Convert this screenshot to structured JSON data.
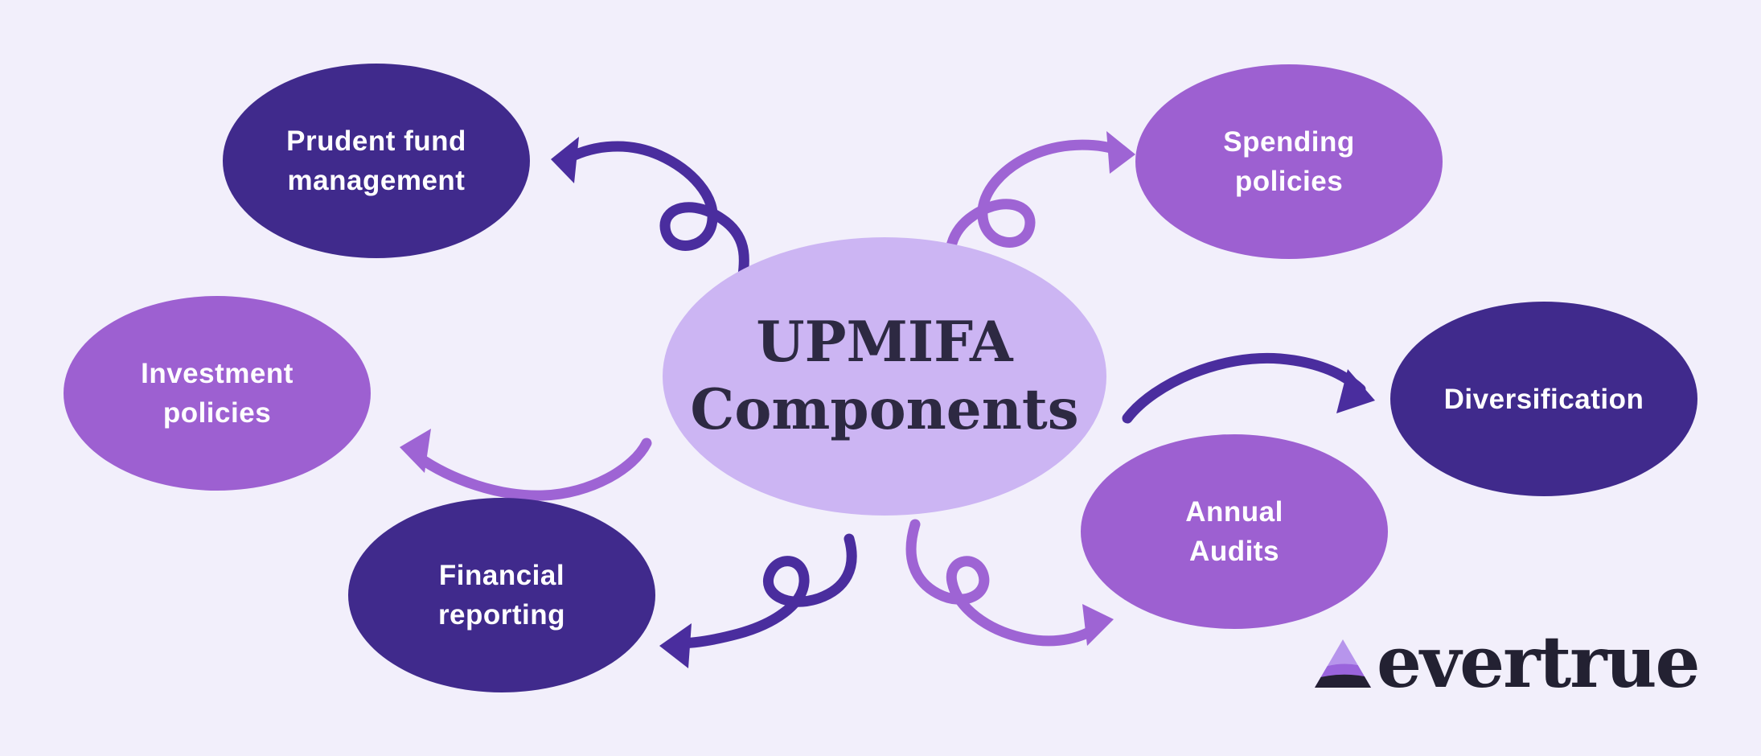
{
  "palette": {
    "background": "#f2effb",
    "node_dark": "#402a8c",
    "node_medium": "#9d60d1",
    "node_center": "#ccb5f3",
    "center_text": "#2d2942",
    "node_text": "#ffffff",
    "arrow_dark": "#4a2d9e",
    "arrow_medium": "#9e64d4",
    "logo_text": "#232132",
    "logo_triangle_top": "#b795ec",
    "logo_triangle_mid": "#9a64dc",
    "logo_triangle_base": "#242033"
  },
  "center": {
    "label": "UPMIFA\nComponents"
  },
  "nodes": [
    {
      "id": "prudent-fund-management",
      "label": "Prudent fund\nmanagement",
      "tone": "dark"
    },
    {
      "id": "spending-policies",
      "label": "Spending\npolicies",
      "tone": "medium"
    },
    {
      "id": "investment-policies",
      "label": "Investment\npolicies",
      "tone": "medium"
    },
    {
      "id": "diversification",
      "label": "Diversification",
      "tone": "dark"
    },
    {
      "id": "financial-reporting",
      "label": "Financial\nreporting",
      "tone": "dark"
    },
    {
      "id": "annual-audits",
      "label": "Annual\nAudits",
      "tone": "medium"
    }
  ],
  "logo": {
    "brand": "evertrue",
    "icon": "mountain-triangle-icon"
  }
}
